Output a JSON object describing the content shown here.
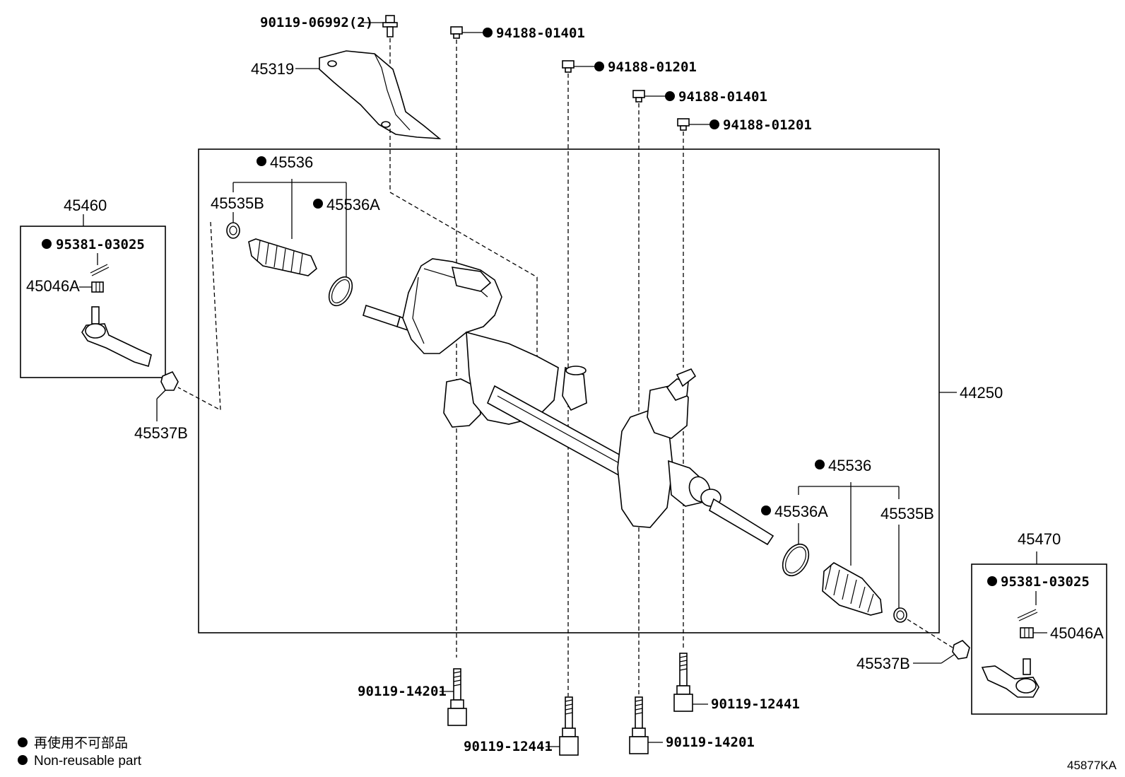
{
  "labels": {
    "bolt_top": "90119-06992(2)",
    "cover": "45319",
    "nut_1": "94188-01401",
    "nut_2": "94188-01201",
    "nut_3": "94188-01401",
    "nut_4": "94188-01201",
    "tie_rod_left": "45460",
    "cotter_left": "95381-03025",
    "nut_left": "45046A",
    "clip_left": "45537B",
    "boot_set_left": "45536",
    "clamp_left": "45535B",
    "band_left": "45536A",
    "gear_assy": "44250",
    "boot_set_right": "45536",
    "band_right": "45536A",
    "clamp_right": "45535B",
    "tie_rod_right": "45470",
    "cotter_right": "95381-03025",
    "nut_right": "45046A",
    "clip_right": "45537B",
    "bolt_b1": "90119-14201",
    "bolt_b2": "90119-12441",
    "bolt_b3": "90119-14201",
    "bolt_b4": "90119-12441"
  },
  "legend": {
    "line_jp": "再使用不可部品",
    "line_en": "Non-reusable part"
  },
  "diagram_code": "45877KA"
}
